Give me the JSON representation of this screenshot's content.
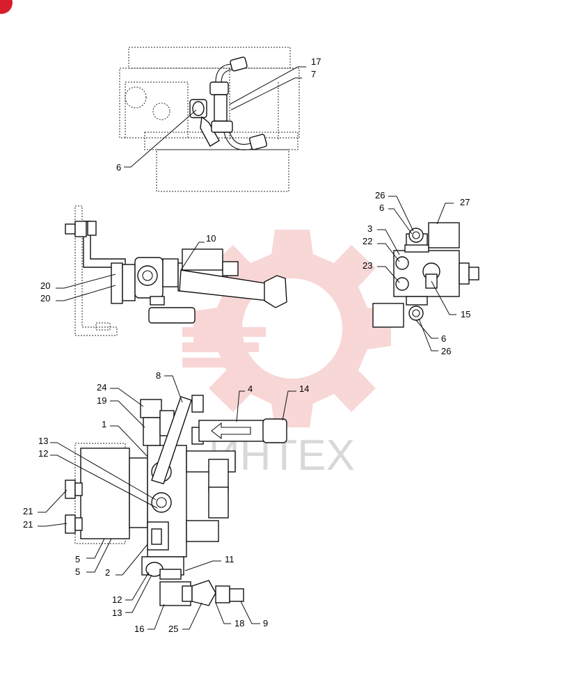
{
  "colors": {
    "badge": "#d81e2c",
    "watermark_gear": "#f6c9c9",
    "watermark_text": "#d8d8d8",
    "line": "#111111"
  },
  "watermark": {
    "text": "ИНТЕХ"
  },
  "labels": {
    "l17": "17",
    "l7a": "7",
    "l6a": "6",
    "l10": "10",
    "l20a": "20",
    "l20b": "20",
    "l26a": "26",
    "l6b": "6",
    "l27": "27",
    "l3": "3",
    "l22": "22",
    "l23": "23",
    "l15": "15",
    "l6c": "6",
    "l26b": "26",
    "l8": "8",
    "l4": "4",
    "l14": "14",
    "l24": "24",
    "l19": "19",
    "l1": "1",
    "l13a": "13",
    "l12a": "12",
    "l21a": "21",
    "l21b": "21",
    "l5a": "5",
    "l5b": "5",
    "l2": "2",
    "l11": "11",
    "l12b": "12",
    "l13b": "13",
    "l16": "16",
    "l25": "25",
    "l18": "18",
    "l9": "9"
  }
}
